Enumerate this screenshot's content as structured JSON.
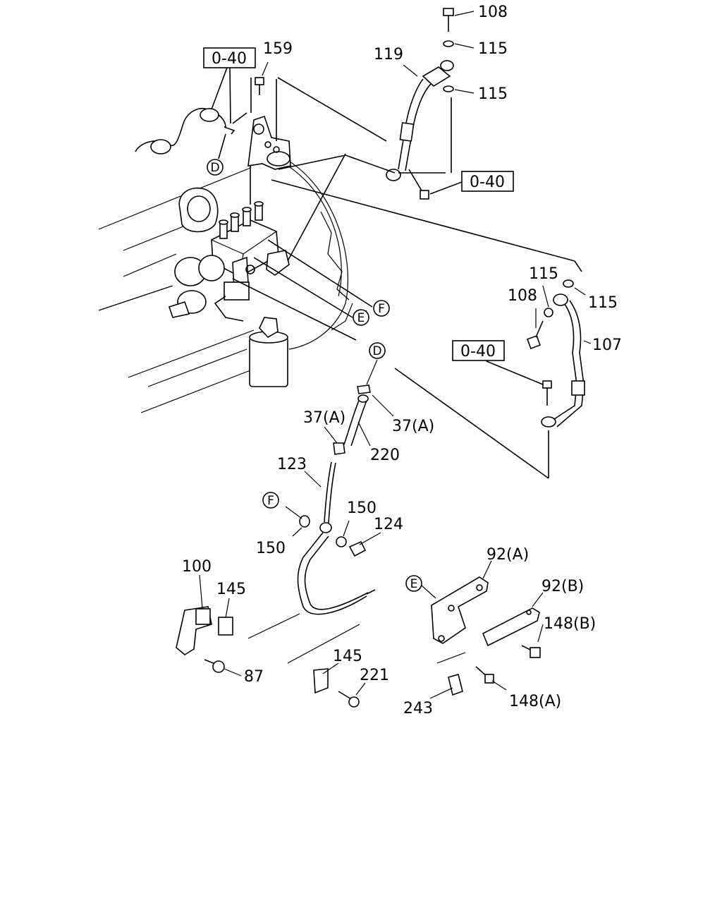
{
  "ref_boxes": {
    "a": "0-40",
    "b": "0-40",
    "c": "0-40"
  },
  "callouts": {
    "p108_top": "108",
    "p115_top": "115",
    "p119": "119",
    "p115_mid": "115",
    "p159": "159",
    "p115_r1": "115",
    "p108_r": "108",
    "p115_r2": "115",
    "p107": "107",
    "p37a_l": "37(A)",
    "p37a_r": "37(A)",
    "p220": "220",
    "p123": "123",
    "p150_r": "150",
    "p124": "124",
    "p150_l": "150",
    "p100": "100",
    "p145_l": "145",
    "p87": "87",
    "p145_b": "145",
    "p221": "221",
    "p92a": "92(A)",
    "p92b": "92(B)",
    "p148b": "148(B)",
    "p148a": "148(A)",
    "p243": "243"
  },
  "markers": {
    "d_top": "D",
    "f_mid": "F",
    "e_mid": "E",
    "d_mid": "D",
    "f_low": "F",
    "e_low": "E"
  }
}
